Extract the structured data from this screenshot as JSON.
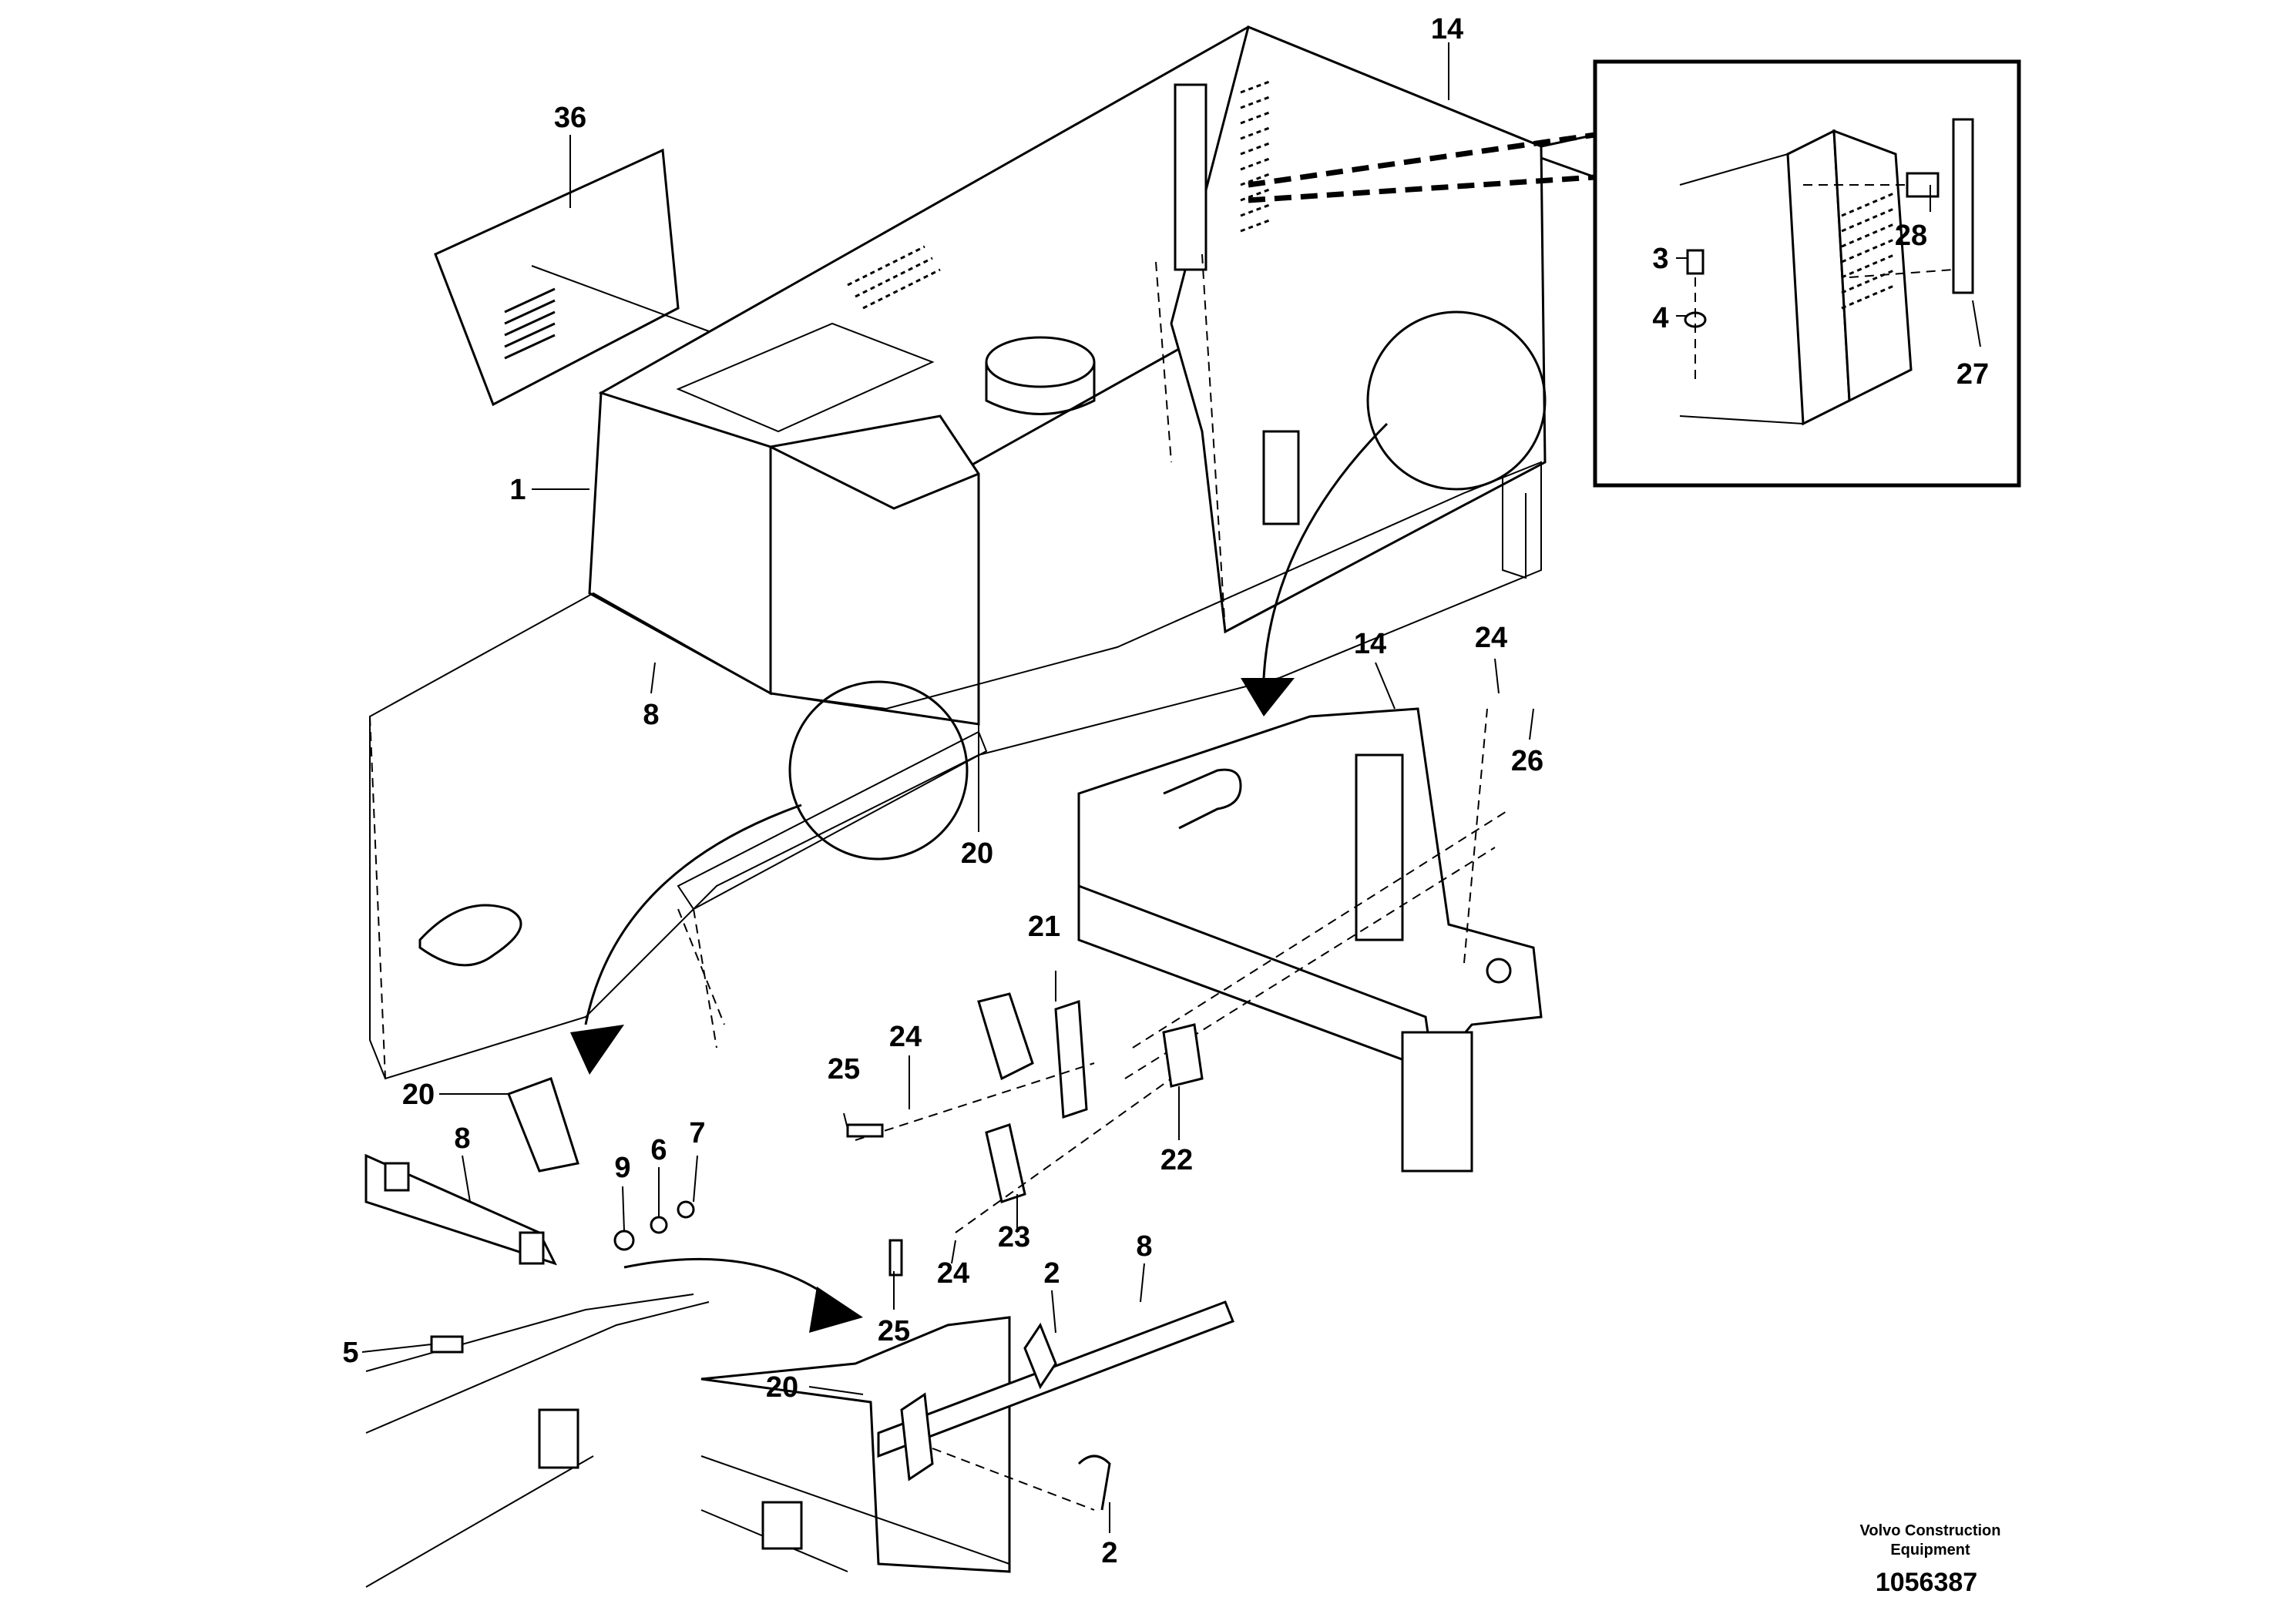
{
  "diagram": {
    "callouts": [
      "36",
      "14",
      "28",
      "3",
      "4",
      "27",
      "1",
      "8",
      "20",
      "14",
      "24",
      "26",
      "21",
      "24",
      "25",
      "22",
      "23",
      "9",
      "6",
      "7",
      "20",
      "8",
      "5",
      "25",
      "24",
      "8",
      "2",
      "20",
      "2"
    ],
    "footer": {
      "company": "Volvo Construction Equipment",
      "company_line1": "Volvo Construction",
      "company_line2": "Equipment",
      "drawing_number": "1056387"
    }
  }
}
